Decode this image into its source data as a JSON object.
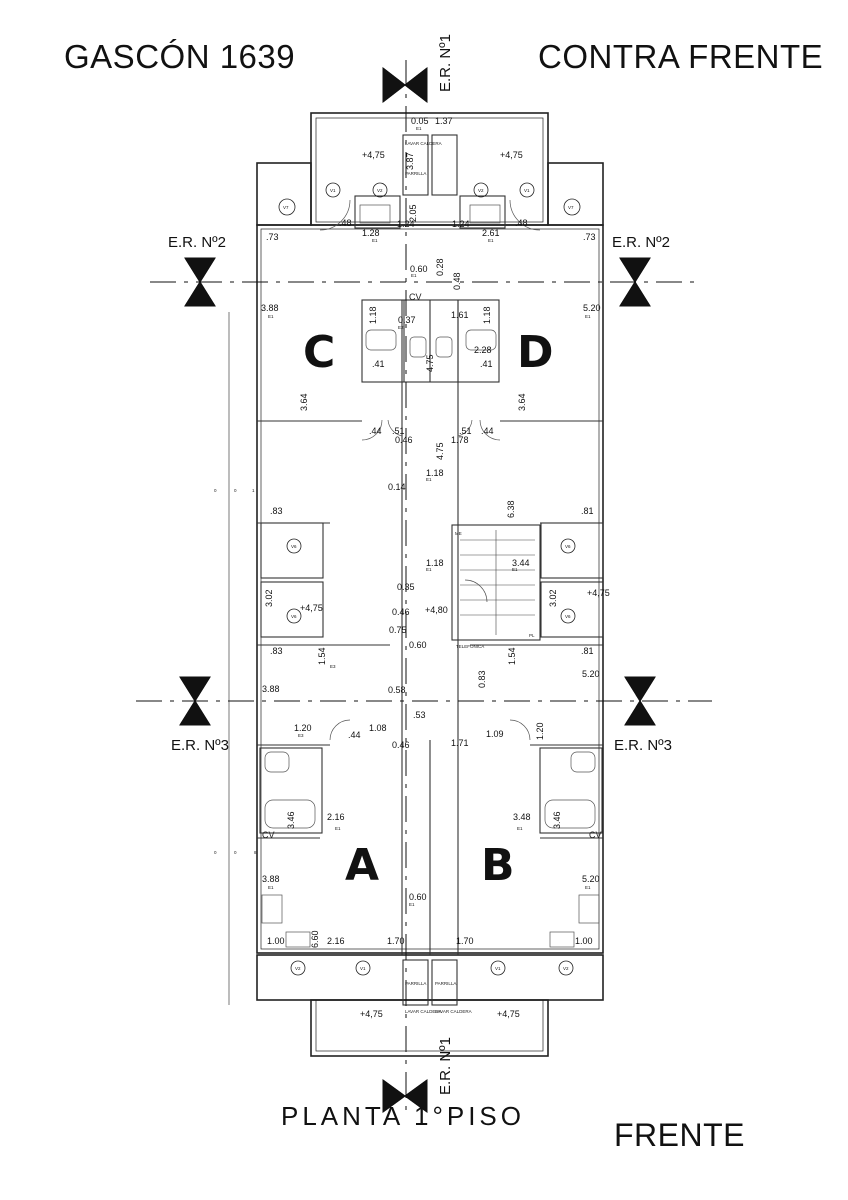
{
  "header": {
    "title": "GASCÓN 1639",
    "back_label": "CONTRA FRENTE",
    "floor_label": "PLANTA 1°PISO",
    "front_label": "FRENTE"
  },
  "units": {
    "a": "A",
    "b": "B",
    "c": "C",
    "d": "D"
  },
  "sections": {
    "er1": "E.R. Nº1",
    "er2": "E.R. Nº2",
    "er3": "E.R. Nº3"
  },
  "levels": {
    "l475": "+4,75",
    "l480": "+4,80"
  },
  "labels": {
    "lavar_caldera": "LAVAR CALDERA",
    "parrilla": "PARRILLA",
    "telefonica": "TELEFONICA",
    "cv": "CV",
    "me": "ME",
    "pl": "PL"
  },
  "windows": {
    "v1": "V1",
    "v2": "V2",
    "v6": "V6",
    "v7": "V7"
  },
  "dims": {
    "d005": "0.05",
    "d137": "1.37",
    "d124": "1.24",
    "d128": "1.28",
    "d261": "2.61",
    "d048": ".48",
    "d073": ".73",
    "d205": "2.05",
    "d387": "3.87",
    "d060": "0.60",
    "d028": "0.28",
    "d048b": "0.48",
    "d388": "3.88",
    "d520": "5.20",
    "d118": "1.18",
    "d037": "0.37",
    "d161": "1.61",
    "d228": "2.28",
    "d041": ".41",
    "d475": "4.75",
    "d364": "3.64",
    "d051": ".51",
    "d044": ".44",
    "d046": "0.46",
    "d178": "1.78",
    "d014": "0.14",
    "d083": ".83",
    "d081": ".81",
    "d638": "6.38",
    "d344": "3.44",
    "d302": "3.02",
    "d035": "0.35",
    "d075": "0.75",
    "d154": "1.54",
    "d058": "0.58",
    "d053": ".53",
    "d108": "1.08",
    "d120": "1.20",
    "d171": "1.71",
    "d109": "1.09",
    "d216": "2.16",
    "d346": "3.46",
    "d348": "3.48",
    "d100": "1.00",
    "d660": "6.60",
    "d170": "1.70",
    "d083b": "0.83",
    "e1": "E1",
    "e2": "E2",
    "e3": "E3"
  }
}
